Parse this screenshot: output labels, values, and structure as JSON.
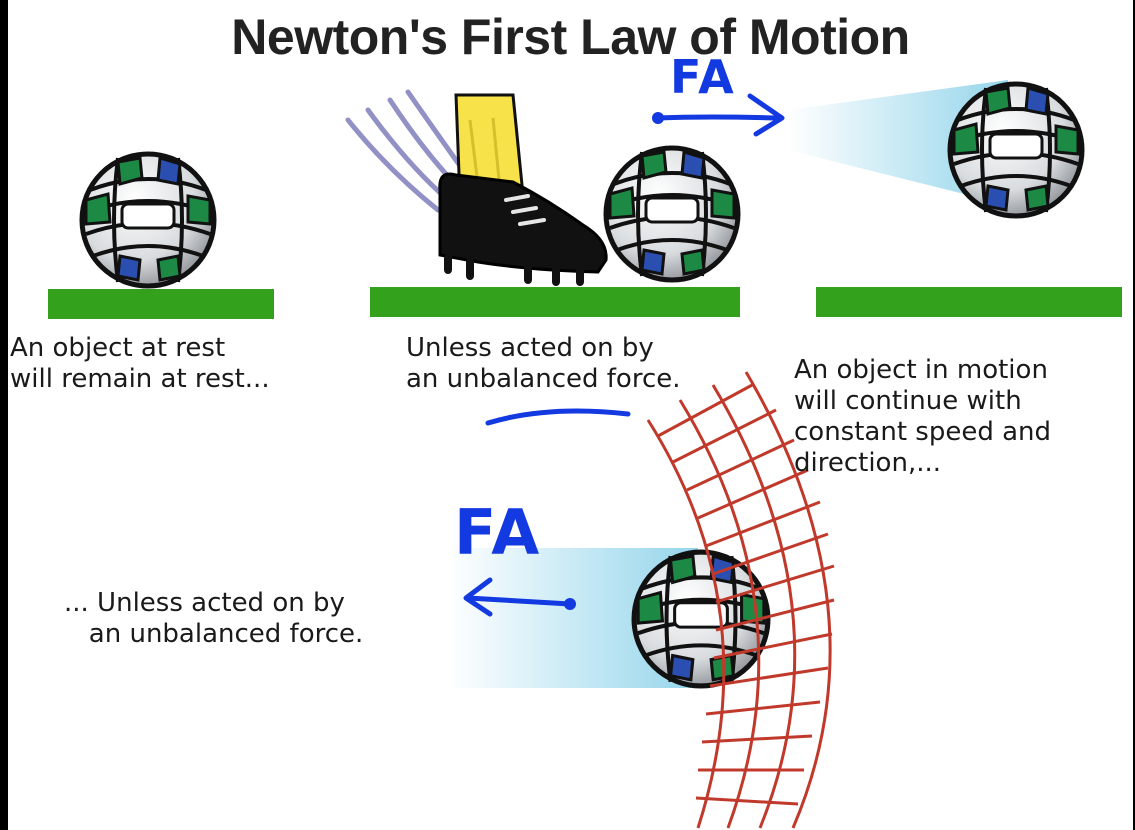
{
  "title": "Newton's First Law of Motion",
  "captions": {
    "rest": "An object at rest\nwill remain at rest...",
    "force_top": "Unless acted on by\nan unbalanced force.",
    "motion": "An object in motion\nwill continue with\nconstant speed and\ndirection,...",
    "force_bottom": "... Unless acted on by\n   an unbalanced force."
  },
  "annotations": {
    "force_label_top": "FA",
    "force_label_bottom": "FA"
  },
  "colors": {
    "ground": "#33a11c",
    "ink": "#1339e0",
    "net": "#c0392b",
    "ball_green": "#1c8a44",
    "ball_blue": "#2a4fb0",
    "shoe": "#111111",
    "sock": "#f7e24a",
    "motion_trail": "#8fd3ea"
  }
}
